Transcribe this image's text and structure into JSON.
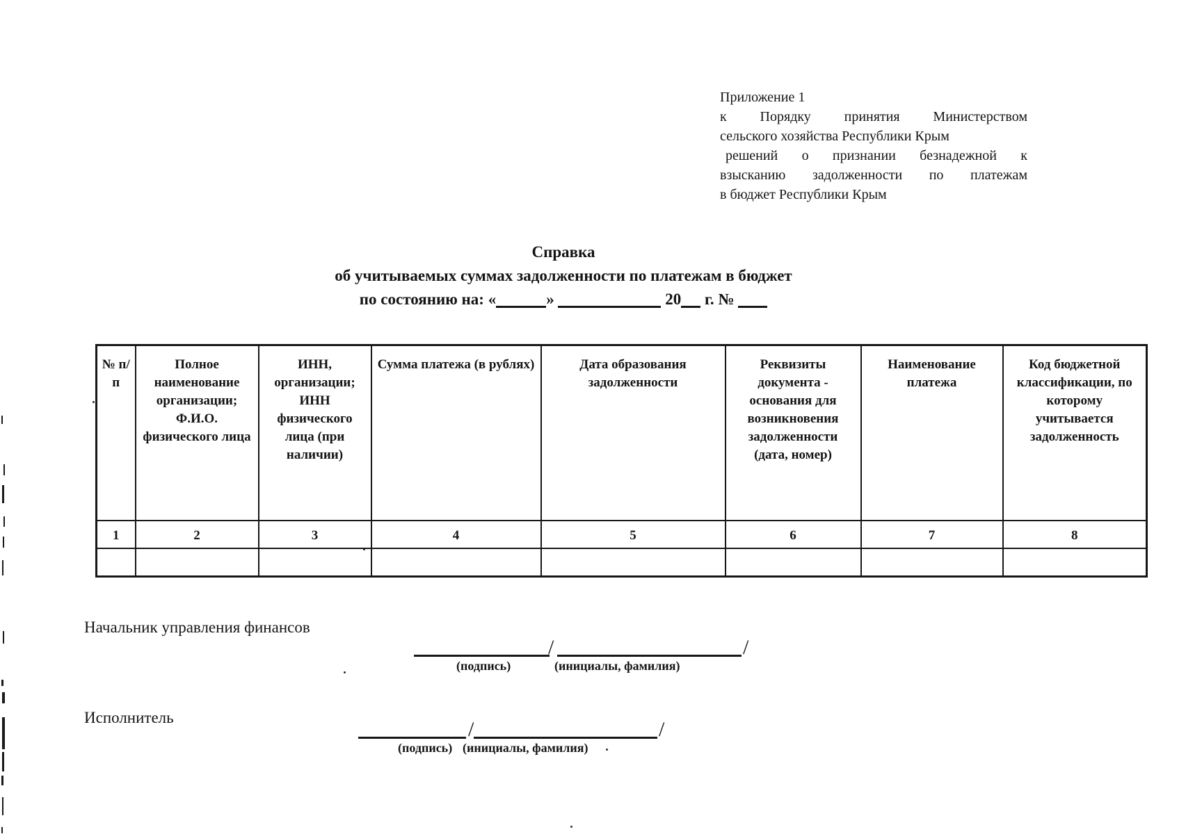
{
  "appendix": {
    "lines": [
      "Приложение 1",
      "к Порядку принятия Министерством",
      "сельского хозяйства Республики Крым",
      "решений о признании безнадежной к",
      "взысканию задолженности по платежам",
      "в бюджет Республики Крым"
    ]
  },
  "title": {
    "line1": "Справка",
    "line2": "об учитываемых суммах задолженности по платежам в бюджет",
    "line3": {
      "prefix": "по состоянию на: «",
      "close_quote": "»",
      "year": "20",
      "number_label": "г. №"
    }
  },
  "table": {
    "headers": [
      "№ п/п",
      "Полное наименование организации; Ф.И.О. физического лица",
      "ИНН, организации; ИНН физического лица (при наличии)",
      "Сумма платежа (в рублях)",
      "Дата образования задолженности",
      "Реквизиты документа - основания для возникновения задолженности (дата, номер)",
      "Наименование платежа",
      "Код бюджетной классификации, по которому учитывается задолженность"
    ],
    "column_numbers": [
      "1",
      "2",
      "3",
      "4",
      "5",
      "6",
      "7",
      "8"
    ]
  },
  "signatures": [
    {
      "label": "Начальник управления финансов",
      "slash": "/",
      "sign_caption": "(подпись)",
      "name_caption": "(инициалы, фамилия)"
    },
    {
      "label": "Исполнитель",
      "slash": "/",
      "sign_caption": "(подпись)",
      "name_caption": "(инициалы, фамилия)"
    }
  ]
}
